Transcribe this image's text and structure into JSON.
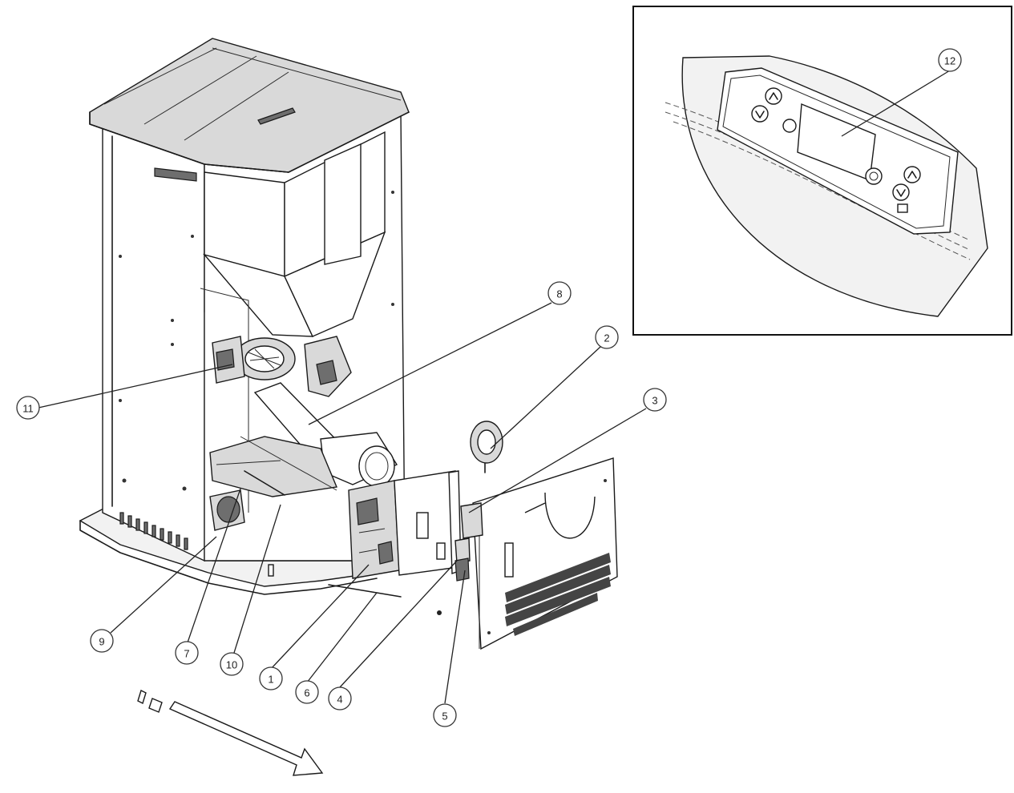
{
  "callouts": [
    {
      "id": "callout-1",
      "label": "1"
    },
    {
      "id": "callout-2",
      "label": "2"
    },
    {
      "id": "callout-3",
      "label": "3"
    },
    {
      "id": "callout-4",
      "label": "4"
    },
    {
      "id": "callout-5",
      "label": "5"
    },
    {
      "id": "callout-6",
      "label": "6"
    },
    {
      "id": "callout-7",
      "label": "7"
    },
    {
      "id": "callout-8",
      "label": "8"
    },
    {
      "id": "callout-9",
      "label": "9"
    },
    {
      "id": "callout-10",
      "label": "10"
    },
    {
      "id": "callout-11",
      "label": "11"
    },
    {
      "id": "callout-12",
      "label": "12"
    }
  ],
  "colors": {
    "line": "#1a1a1a",
    "shade": "#d9d9d9",
    "background": "#ffffff"
  }
}
